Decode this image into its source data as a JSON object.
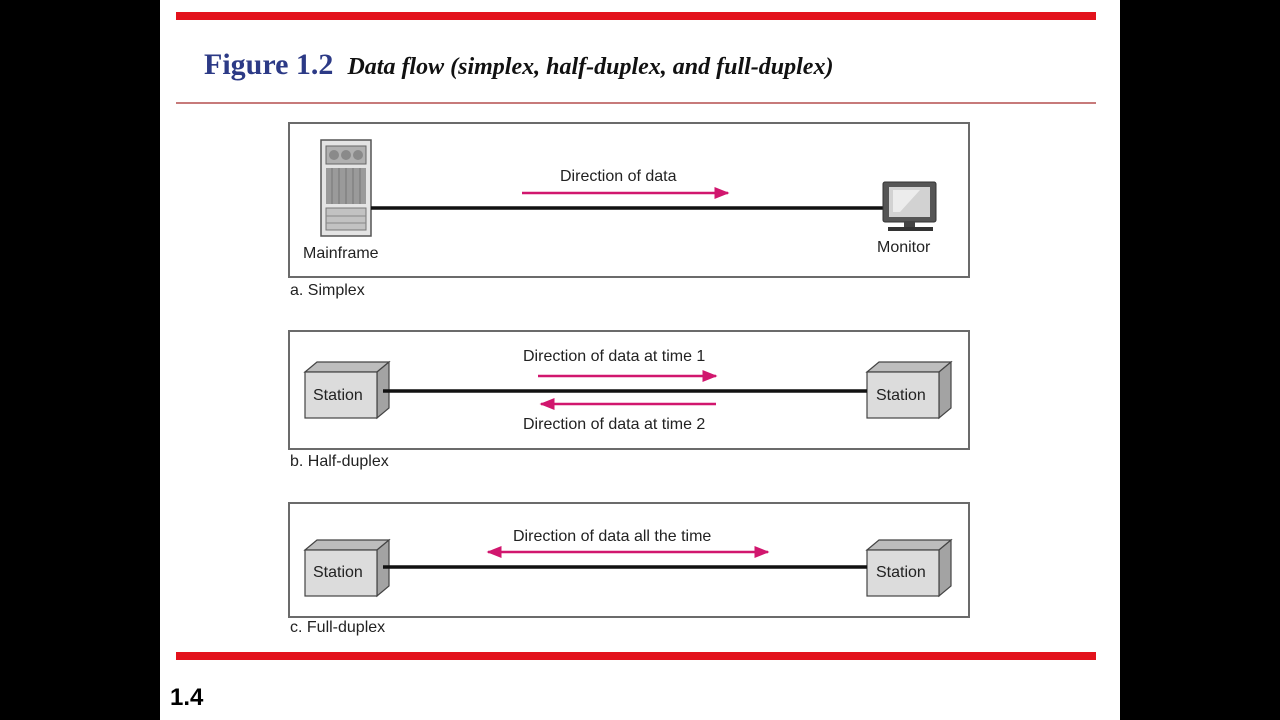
{
  "figure": {
    "number": "Figure 1.2",
    "caption": "Data flow (simplex, half-duplex, and full-duplex)"
  },
  "simplex": {
    "caption": "a. Simplex",
    "sender": "Mainframe",
    "receiver": "Monitor",
    "direction": "Direction of data"
  },
  "half_duplex": {
    "caption": "b. Half-duplex",
    "left_station": "Station",
    "right_station": "Station",
    "direction_1": "Direction of data at time 1",
    "direction_2": "Direction of data at time 2"
  },
  "full_duplex": {
    "caption": "c. Full-duplex",
    "left_station": "Station",
    "right_station": "Station",
    "direction": "Direction of data all the time"
  },
  "slide_number": "1.4",
  "colors": {
    "accent_bar": "#e3121c",
    "arrow": "#d1166e",
    "title_blue": "#2c3a86"
  }
}
